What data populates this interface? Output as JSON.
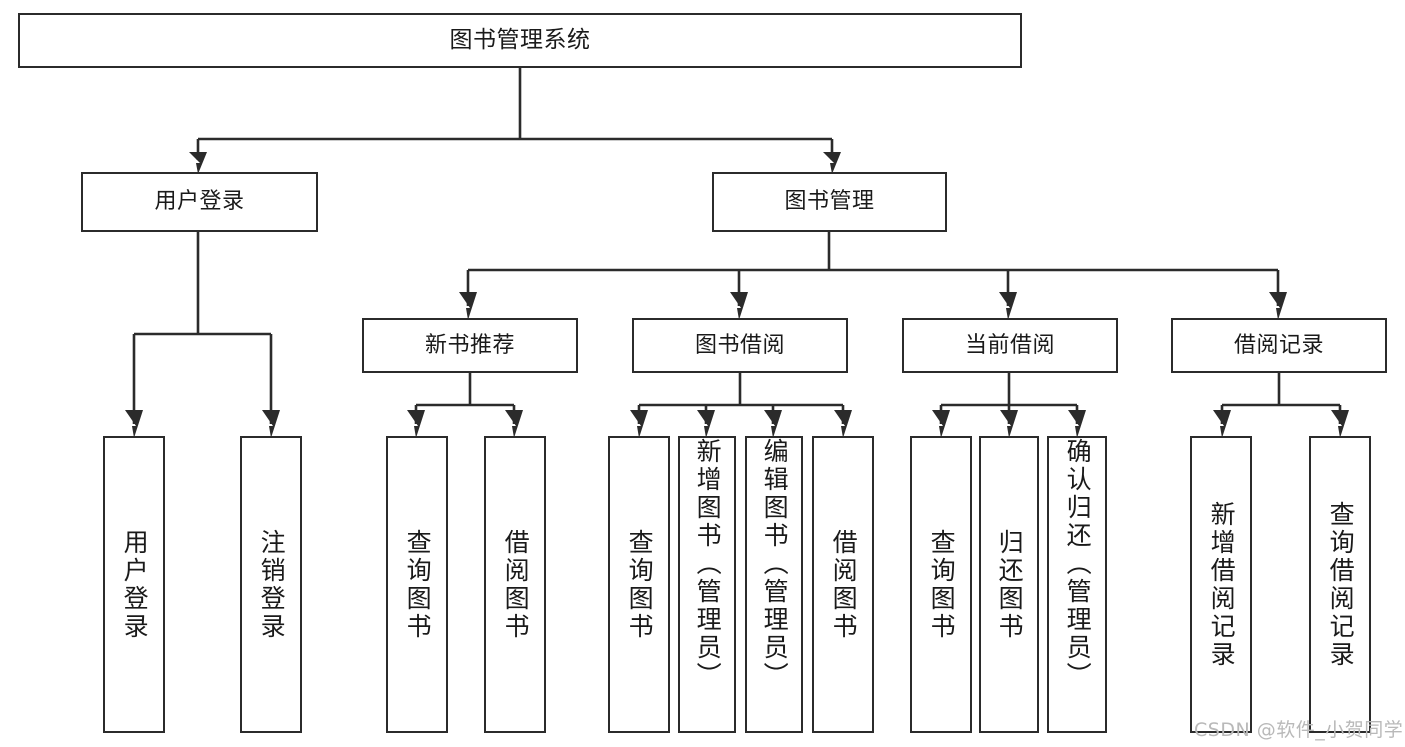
{
  "diagram": {
    "title": "图书管理系统",
    "type": "tree-hierarchy",
    "watermark": "CSDN @软件_小贺同学",
    "colors": {
      "stroke": "#2b2b2b",
      "fill": "#ffffff",
      "text": "#1a1a1a",
      "watermark": "#b9b9b9"
    },
    "nodes": {
      "root": {
        "label": "图书管理系统"
      },
      "level2": [
        {
          "id": "user-login",
          "label": "用户登录"
        },
        {
          "id": "book-manage",
          "label": "图书管理"
        }
      ],
      "level3": [
        {
          "id": "new-book-recommend",
          "label": "新书推荐"
        },
        {
          "id": "book-borrow",
          "label": "图书借阅"
        },
        {
          "id": "current-borrow",
          "label": "当前借阅"
        },
        {
          "id": "borrow-record",
          "label": "借阅记录"
        }
      ],
      "leaves": [
        {
          "id": "leaf-user-login",
          "label": "用户登录",
          "parent": "user-login"
        },
        {
          "id": "leaf-logout",
          "label": "注销登录",
          "parent": "user-login"
        },
        {
          "id": "leaf-query-book-1",
          "label": "查询图书",
          "parent": "new-book-recommend"
        },
        {
          "id": "leaf-borrow-book-1",
          "label": "借阅图书",
          "parent": "new-book-recommend"
        },
        {
          "id": "leaf-query-book-2",
          "label": "查询图书",
          "parent": "book-borrow"
        },
        {
          "id": "leaf-add-book",
          "label": "新增图书（管理员）",
          "parent": "book-borrow"
        },
        {
          "id": "leaf-edit-book",
          "label": "编辑图书（管理员）",
          "parent": "book-borrow"
        },
        {
          "id": "leaf-borrow-book-2",
          "label": "借阅图书",
          "parent": "book-borrow"
        },
        {
          "id": "leaf-query-book-3",
          "label": "查询图书",
          "parent": "current-borrow"
        },
        {
          "id": "leaf-return-book",
          "label": "归还图书",
          "parent": "current-borrow"
        },
        {
          "id": "leaf-confirm-return",
          "label": "确认归还（管理员）",
          "parent": "current-borrow"
        },
        {
          "id": "leaf-add-record",
          "label": "新增借阅记录",
          "parent": "borrow-record"
        },
        {
          "id": "leaf-query-record",
          "label": "查询借阅记录",
          "parent": "borrow-record"
        }
      ]
    }
  }
}
